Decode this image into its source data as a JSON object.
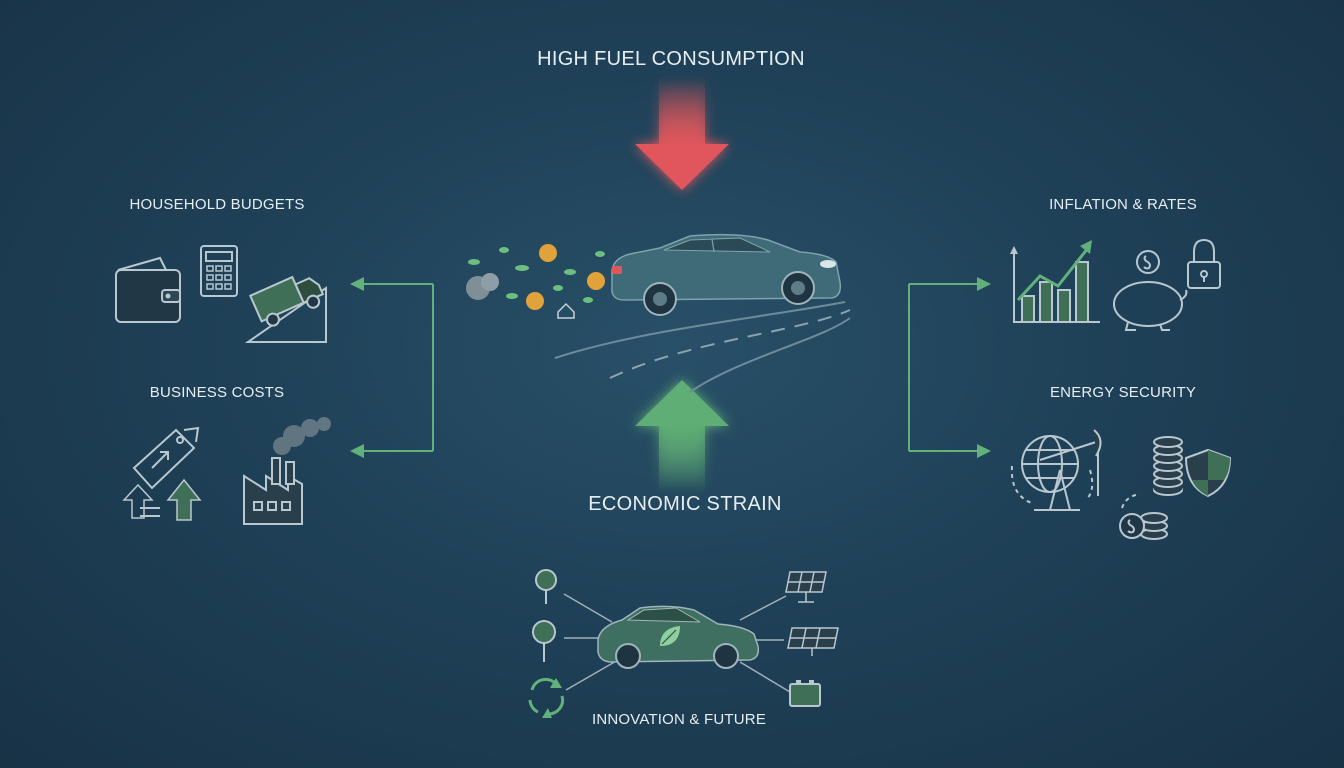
{
  "diagram": {
    "top_label": "HIGH FUEL CONSUMPTION",
    "center_label": "ECONOMIC STRAIN",
    "left_top_label": "HOUSEHOLD BUDGETS",
    "left_bottom_label": "BUSINESS COSTS",
    "right_top_label": "INFLATION & RATES",
    "right_bottom_label": "ENERGY SECURITY",
    "bottom_label": "INNOVATION & FUTURE"
  },
  "colors": {
    "background": "#1f4158",
    "arrow_down": "#e0575b",
    "arrow_up": "#5fae74",
    "connector": "#62b07a",
    "icon_stroke": "#b9c7cf",
    "icon_fill": "#3f6f56",
    "car_body": "#3f6b78",
    "coin": "#e0a23a"
  },
  "icons": {
    "household": [
      "wallet-icon",
      "calculator-icon",
      "delivery-truck-icon"
    ],
    "business": [
      "price-tag-icon",
      "arrow-up-icon",
      "factory-icon"
    ],
    "inflation": [
      "bar-chart-icon",
      "piggy-bank-icon",
      "padlock-icon"
    ],
    "energy": [
      "globe-icon",
      "oil-pump-icon",
      "coin-stack-icon",
      "shield-icon"
    ],
    "innovation": [
      "tree-icon",
      "solar-panel-icon",
      "battery-icon",
      "recycle-icon",
      "electric-car-icon"
    ]
  }
}
